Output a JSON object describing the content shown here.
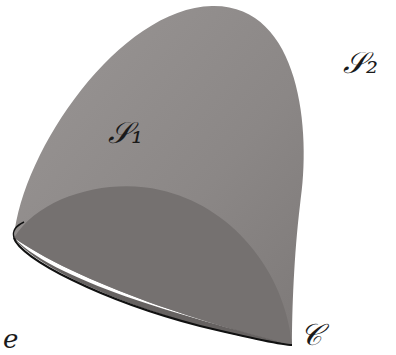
{
  "diagram": {
    "labels": [
      "𝒮₁",
      "𝒮₂",
      "𝒞",
      "e"
    ]
  }
}
